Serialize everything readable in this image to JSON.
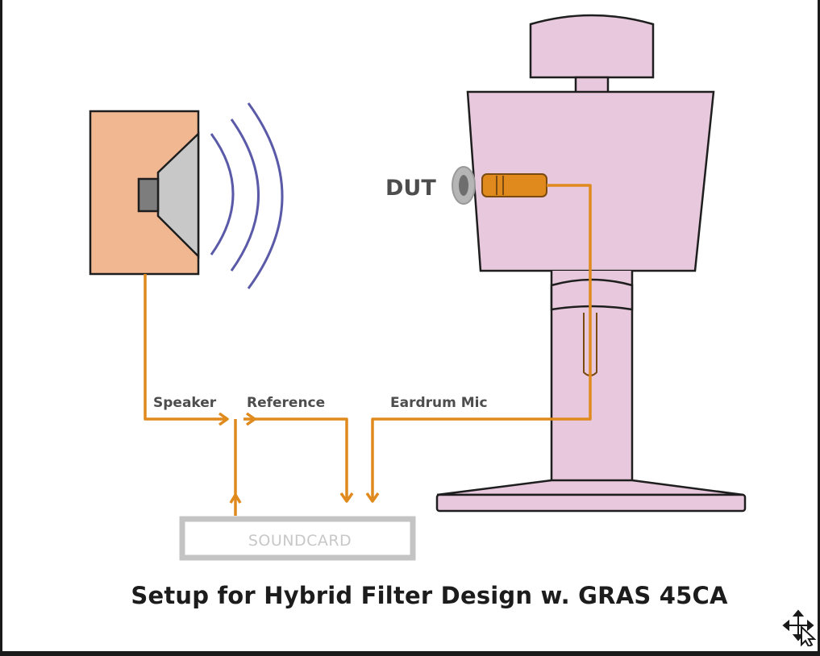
{
  "diagram": {
    "labels": {
      "dut": "DUT",
      "speaker": "Speaker",
      "reference": "Reference",
      "eardrum_mic": "Eardrum Mic",
      "soundcard": "SOUNDCARD"
    },
    "caption": "Setup for Hybrid Filter Design w. GRAS 45CA"
  },
  "colors": {
    "speaker_box": "#f0b790",
    "speaker_cone": "#c8c8c8",
    "speaker_magnet": "#7d7d7d",
    "sound_waves": "#5a5aa8",
    "mannequin": "#e8c8dc",
    "cable": "#e08a1e",
    "soundcard_border": "#c4c4c4",
    "soundcard_text": "#c8c8c8",
    "outline": "#1e1e1e"
  },
  "icons": {
    "cursor": "move-cursor-icon"
  }
}
